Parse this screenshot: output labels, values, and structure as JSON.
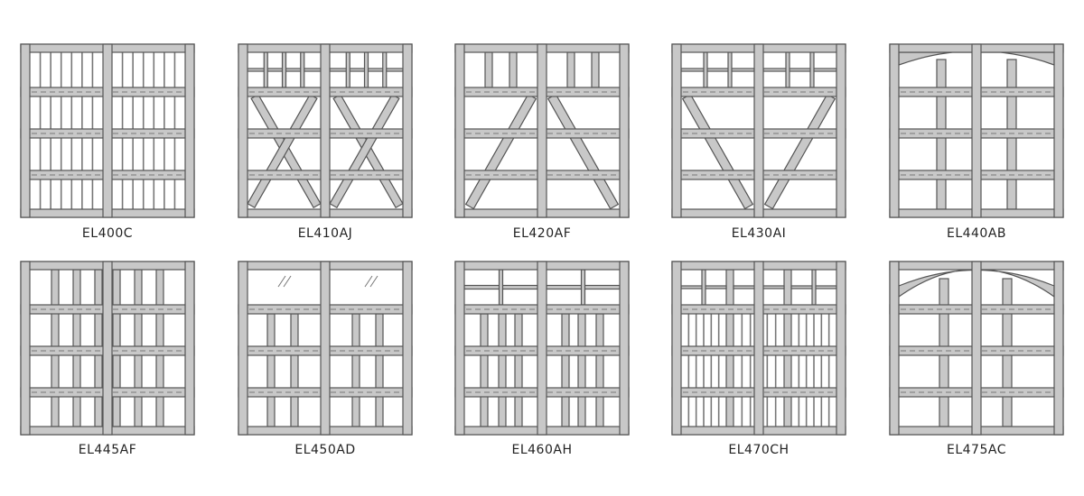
{
  "colors": {
    "trim": "#c8c8c8",
    "outline": "#555555",
    "panel": "#ffffff",
    "seam": "#777777",
    "label": "#222222"
  },
  "doors": [
    {
      "model": "EL400C",
      "style": "vertical-boards"
    },
    {
      "model": "EL410AJ",
      "style": "grid-top-x-brace"
    },
    {
      "model": "EL420AF",
      "style": "windows-top-a-brace"
    },
    {
      "model": "EL430AI",
      "style": "grid-top-v-brace"
    },
    {
      "model": "EL440AB",
      "style": "arch-top-grid"
    },
    {
      "model": "EL445AF",
      "style": "multi-stile-windows"
    },
    {
      "model": "EL450AD",
      "style": "glass-top-stiles"
    },
    {
      "model": "EL460AH",
      "style": "cross-windows-stiles"
    },
    {
      "model": "EL470CH",
      "style": "grid-top-boards"
    },
    {
      "model": "EL475AC",
      "style": "arch-top-wide-grid"
    }
  ]
}
